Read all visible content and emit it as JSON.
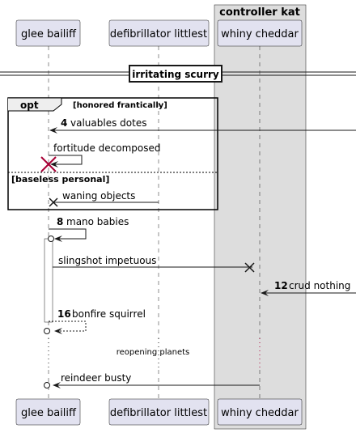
{
  "box": {
    "title": "controller kat"
  },
  "participants": {
    "p1": "glee bailiff",
    "p2": "defibrillator littlest",
    "p3": "whiny cheddar"
  },
  "divider": {
    "label": "irritating scurry"
  },
  "fragment": {
    "keyword": "opt",
    "guard1": "[honored frantically]",
    "guard2": "[baseless personal]"
  },
  "messages": {
    "m1": {
      "num": "4",
      "text": "valuables dotes"
    },
    "m2": {
      "text": "fortitude decomposed"
    },
    "m3": {
      "text": "waning objects"
    },
    "m4": {
      "num": "8",
      "text": "mano babies"
    },
    "m5": {
      "text": "slingshot impetuous"
    },
    "m6": {
      "num": "12",
      "text": "crud nothing"
    },
    "m7": {
      "num": "16",
      "text": "bonfire squirrel"
    },
    "m8": {
      "text": "reindeer busty"
    }
  },
  "delay": {
    "text": "reopening planets"
  },
  "colors": {
    "participant_fill": "#e2e2f0",
    "participant_border": "#181818",
    "box_fill": "#dddddd",
    "destroy": "#a80036"
  }
}
